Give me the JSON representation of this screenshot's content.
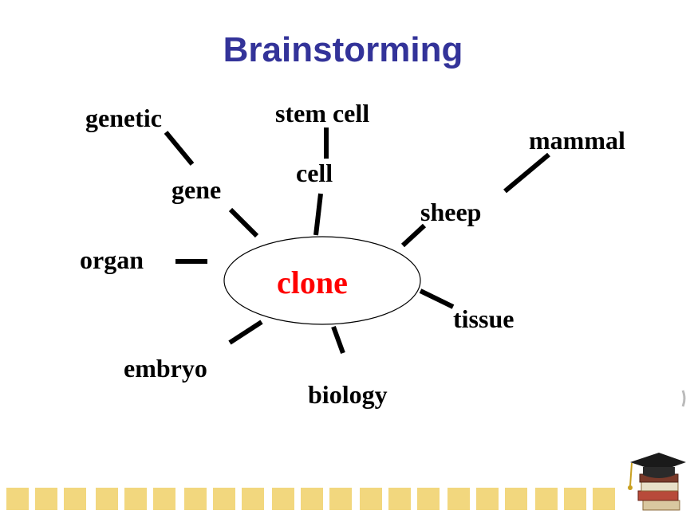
{
  "title": "Brainstorming",
  "center": {
    "label": "clone",
    "color": "#ff0000"
  },
  "words": {
    "genetic": "genetic",
    "gene": "gene",
    "stem_cell": "stem cell",
    "cell": "cell",
    "mammal": "mammal",
    "sheep": "sheep",
    "organ": "organ",
    "tissue": "tissue",
    "embryo": "embryo",
    "biology": "biology"
  },
  "colors": {
    "title": "#333399",
    "footer_squares": "#f2d77e",
    "lines": "#000000"
  },
  "icons": {
    "corner": "graduation-cap-and-books-icon"
  }
}
